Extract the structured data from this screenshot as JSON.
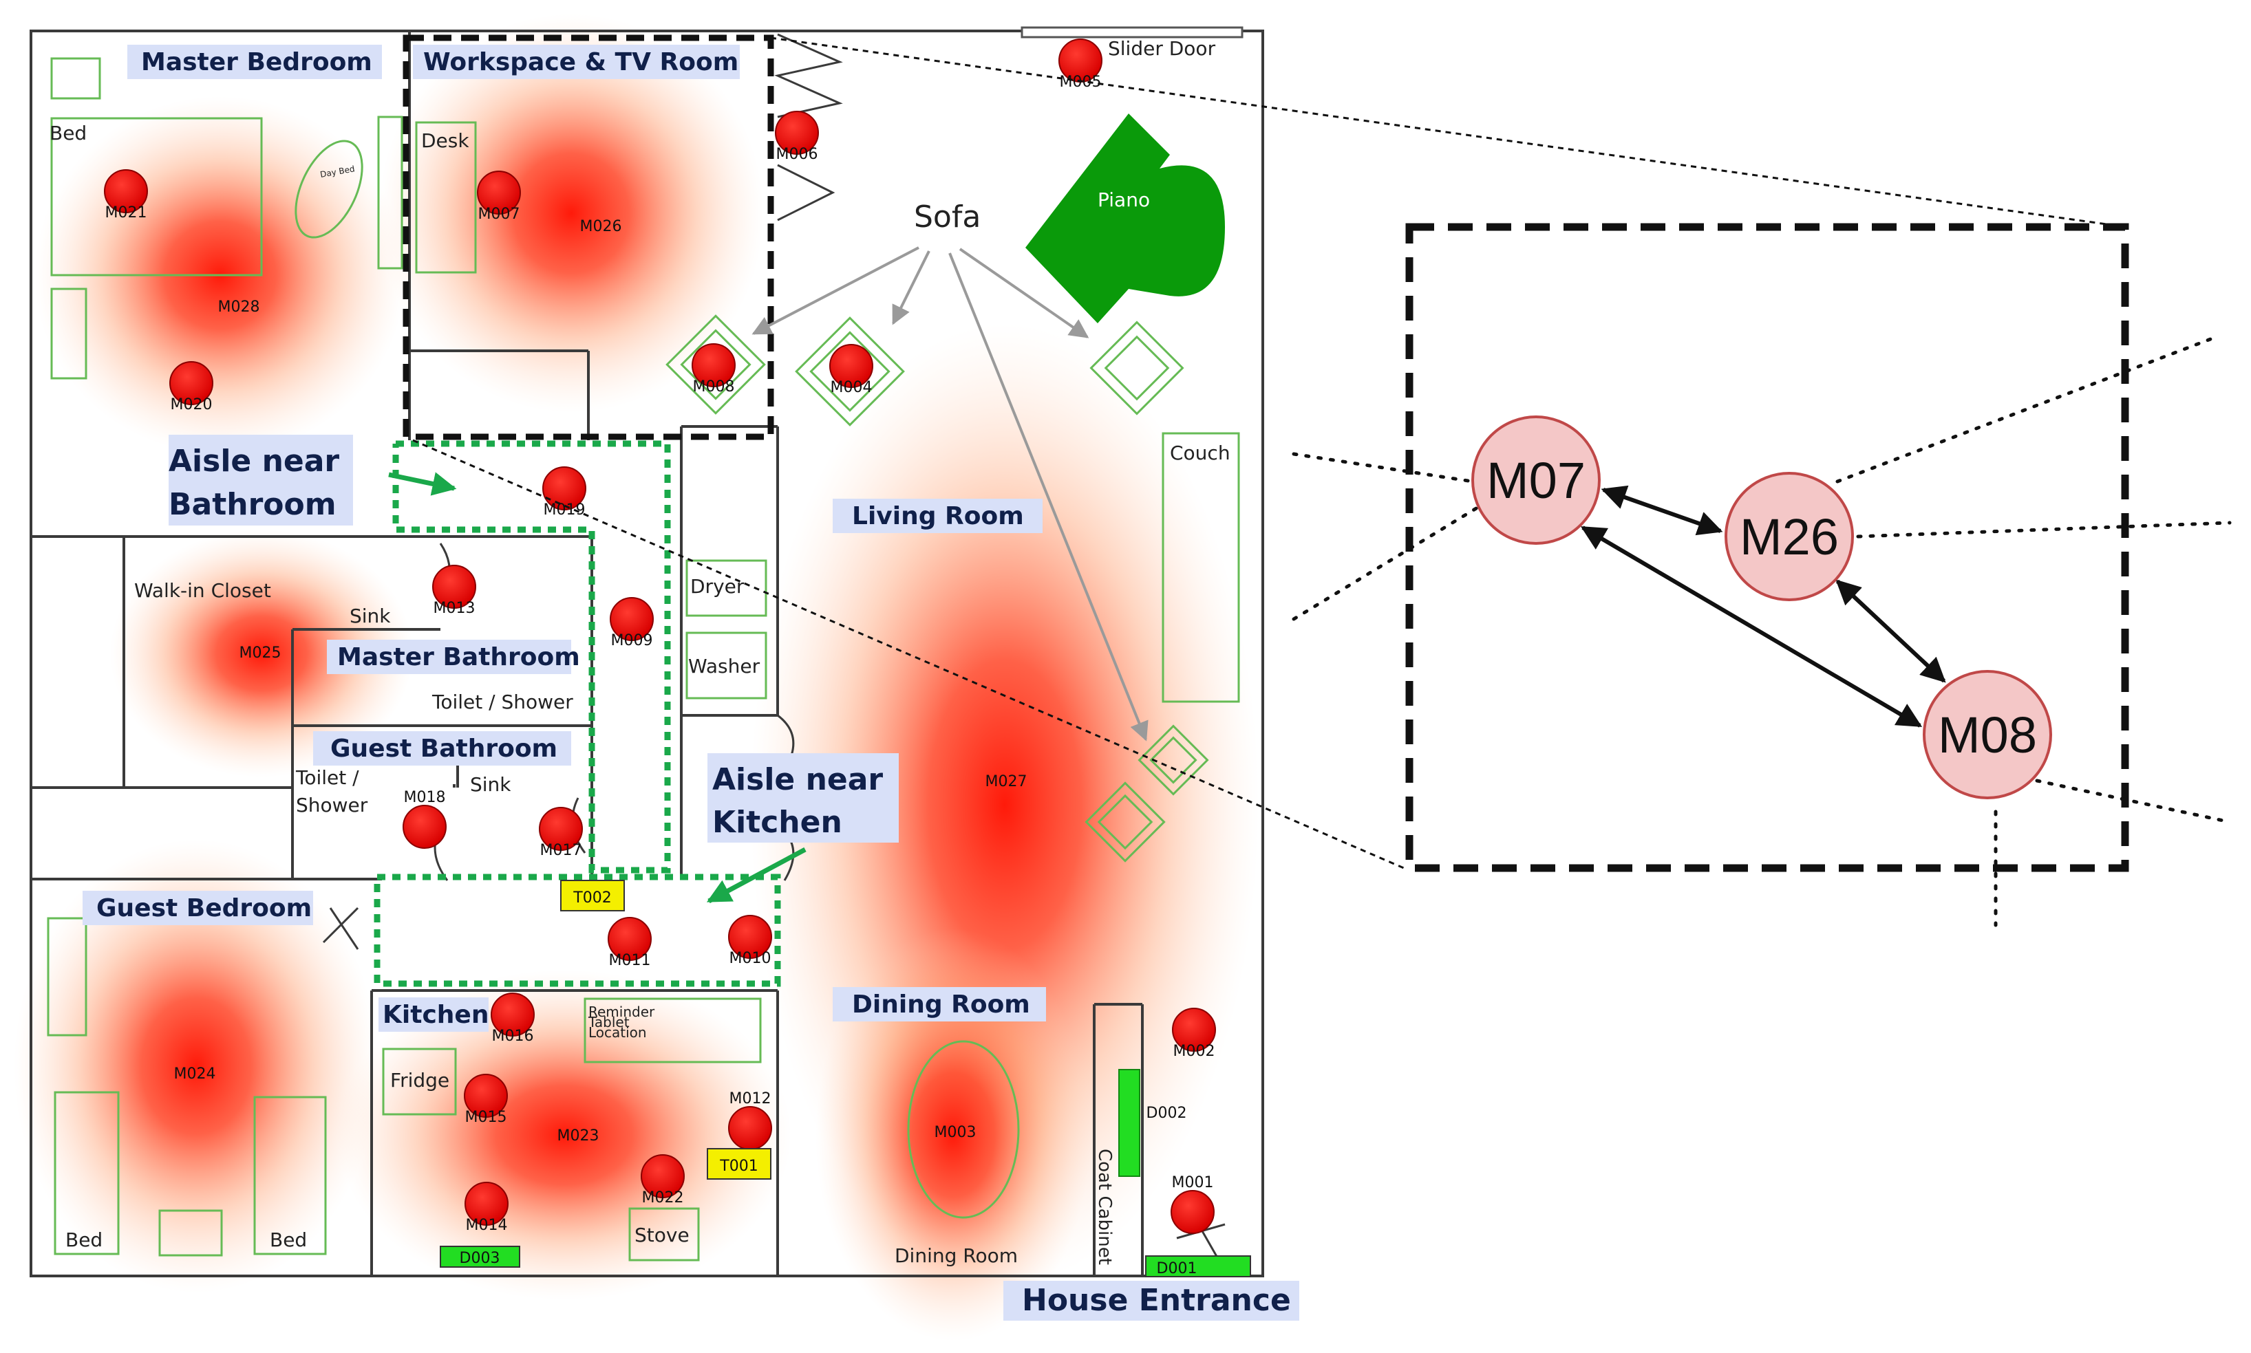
{
  "rooms": {
    "master_bedroom": "Master Bedroom",
    "workspace_tv": "Workspace & TV Room",
    "living_room": "Living Room",
    "master_bathroom": "Master Bathroom",
    "guest_bathroom": "Guest Bathroom",
    "guest_bedroom": "Guest Bedroom",
    "kitchen": "Kitchen",
    "dining_room": "Dining Room",
    "house_entrance": "House Entrance",
    "aisle_bathroom": [
      "Aisle near",
      "Bathroom"
    ],
    "aisle_kitchen": [
      "Aisle near",
      "Kitchen"
    ]
  },
  "furniture": {
    "bed": "Bed",
    "desk": "Desk",
    "sofa": "Sofa",
    "piano": "Piano",
    "couch": "Couch",
    "slider_door": "Slider Door",
    "walk_in_closet": "Walk-in Closet",
    "sink": "Sink",
    "toilet_shower": "Toilet / Shower",
    "toilet": "Toilet /",
    "shower": "Shower",
    "dryer": "Dryer",
    "washer": "Washer",
    "fridge": "Fridge",
    "stove": "Stove",
    "reminder": [
      "Reminder",
      "Tablet",
      "Location"
    ],
    "dining_room_plain": "Dining Room",
    "coat_cabinet": "Coat Cabinet",
    "day_bed": "Day Bed"
  },
  "sensors": [
    "M001",
    "M002",
    "M003",
    "M004",
    "M005",
    "M006",
    "M007",
    "M008",
    "M009",
    "M010",
    "M011",
    "M012",
    "M013",
    "M014",
    "M015",
    "M016",
    "M017",
    "M018",
    "M019",
    "M020",
    "M021",
    "M022",
    "M023",
    "M024",
    "M025",
    "M026",
    "M027",
    "M028"
  ],
  "tags": {
    "temperature": [
      "T001",
      "T002"
    ],
    "doors": [
      "D001",
      "D002",
      "D003"
    ]
  },
  "zoom_graph": {
    "nodes": [
      "M07",
      "M26",
      "M08"
    ],
    "edges": [
      [
        "M07",
        "M26"
      ],
      [
        "M07",
        "M08"
      ],
      [
        "M26",
        "M08"
      ]
    ]
  },
  "colors": {
    "sensor": "#e01010",
    "heat": "#ff2a12",
    "furniture": "#22aa22",
    "aisle": "#1aa84a",
    "label_bg": "#d8e0f8",
    "node_fill": "#f4c7c7",
    "node_stroke": "#c04848",
    "temp_tag": "#f4ef00",
    "door_tag": "#22dd22"
  }
}
